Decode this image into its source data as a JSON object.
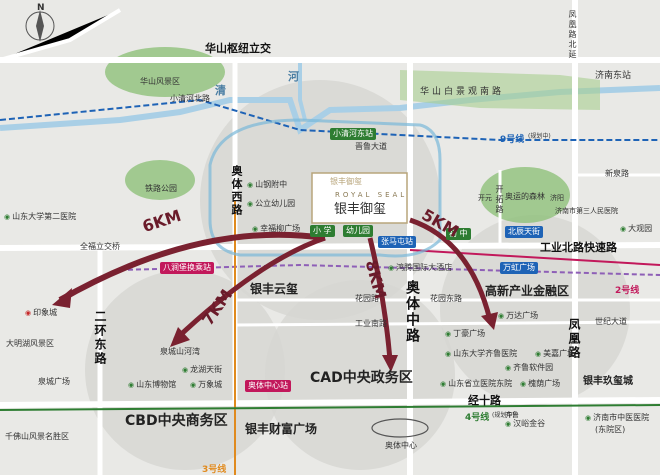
{
  "compass": "N",
  "roads": {
    "huashan_interchange": "华山枢纽立交",
    "xiaoqinghe_north": "小清河北路",
    "huashan_scenic_road": "华山白景观南路",
    "aoti_west": "奥体西路",
    "aoti_middle": "奥体中路",
    "second_ring_east": "二环东路",
    "industrial_north_expressway": "工业北路快速路",
    "fenghuang_road": "凤凰路",
    "fenghuang_north": "凤凰路北延",
    "kaituo_road": "开拓路",
    "xinjiang_road": "晋鲁大道",
    "huayuan_road": "花园路",
    "huayuan_east": "花园东路",
    "gongye_south": "工业南路",
    "jingshi_road": "经十路",
    "shijinda_road": "世纪大道",
    "xinjun_road": "新泉路",
    "east_interchange": "全福立交桥"
  },
  "water": {
    "river": "河",
    "qing": "清"
  },
  "places": {
    "huashan_park": "华山风景区",
    "shandong_univ_hospital2": "山东大学第二医院",
    "tiemen_park": "铁路公园",
    "shantou_school": "山钢附中",
    "kindergarten": "公立幼儿园",
    "xinji_square": "幸福柳广场",
    "yinji_square": "印象城",
    "daming_lake": "大明湖风景区",
    "quancheng_square": "泉城广场",
    "qianfo_mountain": "千佛山风景名胜区",
    "quancheng_park": "泉城山河湾",
    "longhu_lake": "龙湖天街",
    "shandong_museum": "山东博物馆",
    "wanxiang": "万象城",
    "aoti_center": "奥体中心",
    "hongxin_hotel": "鸿腾国际大酒店",
    "forest": "奥运的森林",
    "jinan_east": "济南东站",
    "dagao": "大观园",
    "ding_square": "丁豪广场",
    "sdu_qilu_hospital": "山东大学齐鲁医院",
    "mei_square": "美嘉广场",
    "qilu_software": "齐鲁软件园",
    "sd_hospital": "山东省立医院东院",
    "huai_square": "槐荫广场",
    "hanyu": "汉峪金谷",
    "jinan_third_hospital": "济南市第三人民医院",
    "jinan_middle_hospital": "济南市中医医院",
    "jinan_middle_hospital_sub": "(东院区)",
    "wanda_square": "万达广场",
    "jiyang": "济阳",
    "qilu": "齐鲁",
    "kaiyuan": "开元"
  },
  "project": {
    "logo_top": "银丰御玺",
    "name_en": "ROYAL SEAL",
    "name_cn": "银丰御玺"
  },
  "project_tags": {
    "primary": "小 学",
    "kinder": "幼儿园",
    "middle": "初 中"
  },
  "stations": {
    "xiaoqinghe_east": "小清河东站",
    "zhangma_tun": "张马屯站",
    "baqian": "八涧堡换乘站",
    "aoti_center_station": "奥体中心站",
    "beishang": "北辰天街",
    "wanhong": "万虹广场"
  },
  "zones": {
    "yinfeng_cloud": "银丰云玺",
    "high_tech": "高新产业金融区",
    "cbd": "CBD中央商务区",
    "cad": "CAD中央政务区",
    "wealth_square": "银丰财富广场",
    "yinfeng_jade": "银丰玖玺城"
  },
  "distances": {
    "km6": "6KM",
    "km7": "7KM",
    "km8": "8KM",
    "km5": "5KM"
  },
  "metro_lines": {
    "line2": "2号线",
    "line3": "3号线",
    "line4": "4号线",
    "line9": "9号线",
    "line4_sub": "(规划中)",
    "line9_sub": "(规划中)"
  },
  "colors": {
    "river": "#a9cfe6",
    "green": "#8ec07a",
    "arrow": "#7a2130",
    "circle": "#cfcfcb",
    "road": "#ffffff",
    "metro_purple": "#8e5fb7",
    "metro_green": "#2e7d32",
    "metro_orange": "#e08a1e"
  }
}
